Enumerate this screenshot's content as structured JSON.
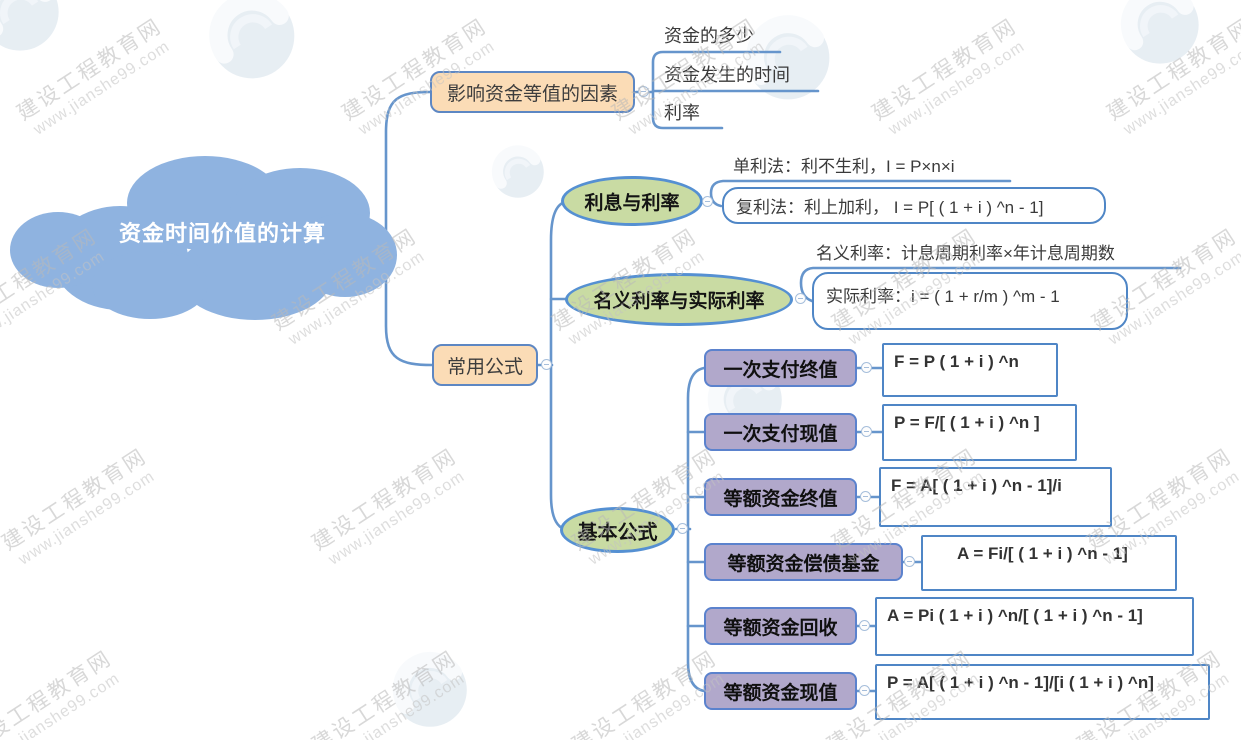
{
  "title": "资金时间价值的计算",
  "watermark": {
    "line1": "建设工程教育网",
    "line2": "www.jianshe99.com",
    "logo_name": "jianshe-logo"
  },
  "colors": {
    "cloud_fill": "#8fb3e0",
    "orange_fill": "#fbdcb6",
    "green_fill": "#c9dba3",
    "purple_fill": "#b1a8cb",
    "node_border_blue": "#5590d2",
    "formula_border": "#4f86c6",
    "connector": "#6695cc",
    "watermark_gray": "#bbbbbb"
  },
  "branches": {
    "factors": {
      "label": "影响资金等值的因素",
      "children": [
        {
          "label": "资金的多少"
        },
        {
          "label": "资金发生的时间"
        },
        {
          "label": "利率"
        }
      ]
    },
    "common": {
      "label": "常用公式",
      "interest": {
        "label": "利息与利率",
        "simple": "单利法：利不生利，I = P×n×i",
        "compound": "复利法：利上加利， I = P[ ( 1 + i ) ^n - 1]"
      },
      "rates": {
        "label": "名义利率与实际利率",
        "nominal": "名义利率：计息周期利率×年计息周期数",
        "effective": "实际利率：i = ( 1 + r/m ) ^m - 1"
      },
      "basic": {
        "label": "基本公式",
        "items": [
          {
            "label": "一次支付终值",
            "formula": "F = P ( 1 + i ) ^n"
          },
          {
            "label": "一次支付现值",
            "formula": "P = F/[ ( 1 + i ) ^n ]"
          },
          {
            "label": "等额资金终值",
            "formula": "F = A[ ( 1 + i ) ^n - 1]/i"
          },
          {
            "label": "等额资金偿债基金",
            "formula": "A = Fi/[ ( 1 + i ) ^n - 1]"
          },
          {
            "label": "等额资金回收",
            "formula": "A = Pi ( 1 + i ) ^n/[ ( 1 + i ) ^n - 1]"
          },
          {
            "label": "等额资金现值",
            "formula": "P = A[ ( 1 + i ) ^n - 1]/[i ( 1 + i ) ^n]"
          }
        ]
      }
    }
  }
}
